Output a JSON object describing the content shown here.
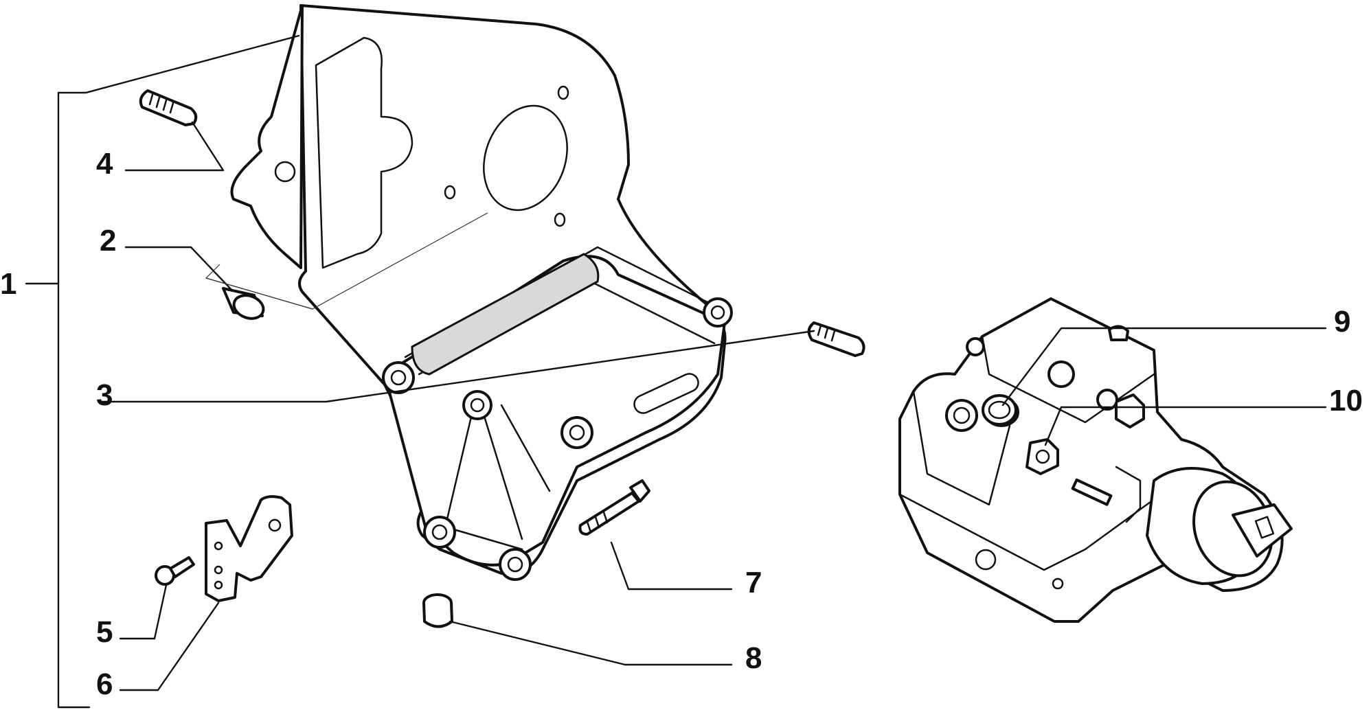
{
  "callouts": [
    {
      "id": "1",
      "label": "1"
    },
    {
      "id": "2",
      "label": "2"
    },
    {
      "id": "3",
      "label": "3"
    },
    {
      "id": "4",
      "label": "4"
    },
    {
      "id": "5",
      "label": "5"
    },
    {
      "id": "6",
      "label": "6"
    },
    {
      "id": "7",
      "label": "7"
    },
    {
      "id": "8",
      "label": "8"
    },
    {
      "id": "9",
      "label": "9"
    },
    {
      "id": "10",
      "label": "10"
    }
  ],
  "colors": {
    "ink": "#111111",
    "background": "#ffffff",
    "shade": "#d9d9d9"
  },
  "parts": {
    "bracket": "support-bracket",
    "stud_4": "stud",
    "bushing_2": "bushing",
    "stud_3": "stud",
    "bolt_5": "flange-bolt",
    "plate_6": "mounting-plate",
    "bolt_7": "flange-bolt",
    "bushing_8": "spacer-bushing",
    "pump": "injection-pump-assembly",
    "washer_9": "sealing-washer",
    "nut_10": "nut"
  }
}
